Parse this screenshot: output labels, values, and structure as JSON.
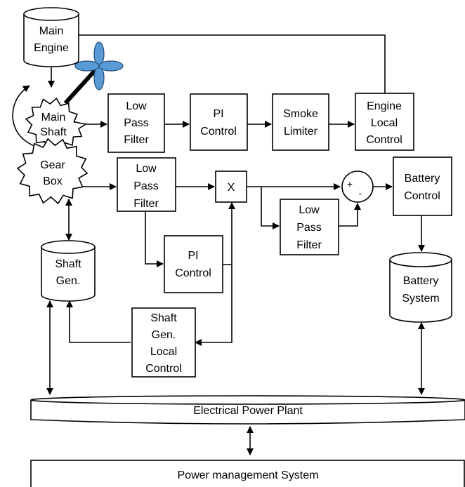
{
  "main_engine": [
    "Main",
    "Engine"
  ],
  "main_shaft": [
    "Main",
    "Shaft"
  ],
  "gear_box": [
    "Gear",
    "Box"
  ],
  "lpf_top": [
    "Low",
    "Pass",
    "Filter"
  ],
  "pi_top": [
    "PI",
    "Control"
  ],
  "smoke_limiter": [
    "Smoke",
    "Limiter"
  ],
  "engine_local_control": [
    "Engine",
    "Local",
    "Control"
  ],
  "lpf_mid": [
    "Low",
    "Pass",
    "Filter"
  ],
  "multiplier": "X",
  "sum_plus": "+",
  "sum_minus": "-",
  "battery_control": [
    "Battery",
    "Control"
  ],
  "lpf_right": [
    "Low",
    "Pass",
    "Filter"
  ],
  "pi_mid": [
    "PI",
    "Control"
  ],
  "shaft_gen": [
    "Shaft",
    "Gen."
  ],
  "battery_system": [
    "Battery",
    "System"
  ],
  "shaft_gen_local_control": [
    "Shaft",
    "Gen.",
    "Local",
    "Control"
  ],
  "electrical_power_plant": "Electrical Power Plant",
  "power_management_system": "Power management System"
}
